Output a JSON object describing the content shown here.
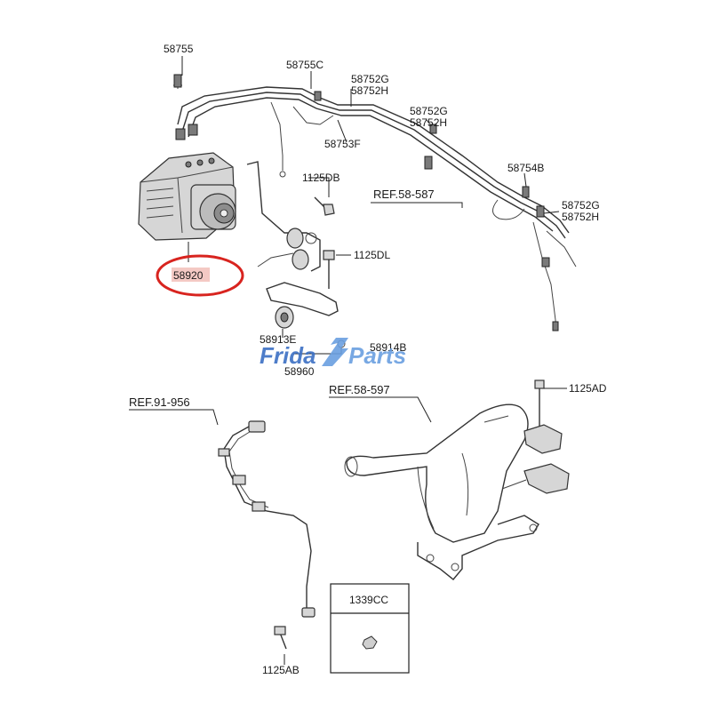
{
  "labels": {
    "p58755": "58755",
    "p58755c": "58755C",
    "p58752g_a": "58752G",
    "p58752h_a": "58752H",
    "p58752g_b": "58752G",
    "p58752h_b": "58752H",
    "p58753f": "58753F",
    "p58754b": "58754B",
    "p58752g_c": "58752G",
    "p58752h_c": "58752H",
    "p1125db": "1125DB",
    "p1125dl": "1125DL",
    "p58920": "58920",
    "p58913e": "58913E",
    "p58914b": "58914B",
    "p58960": "58960",
    "p1125ad": "1125AD",
    "p1125ab": "1125AB",
    "p1339cc": "1339CC"
  },
  "refs": {
    "ref_58587": "REF.58-587",
    "ref_91956": "REF.91-956",
    "ref_58597": "REF.58-597"
  },
  "watermark": {
    "text_a": "Frida",
    "text_b": "Parts",
    "color_a": "#3b6fc4",
    "color_b": "#6a9fe0"
  },
  "highlight": {
    "part": "58920",
    "ring_color": "#d8241f",
    "label_bg": "#f4c9c4"
  }
}
